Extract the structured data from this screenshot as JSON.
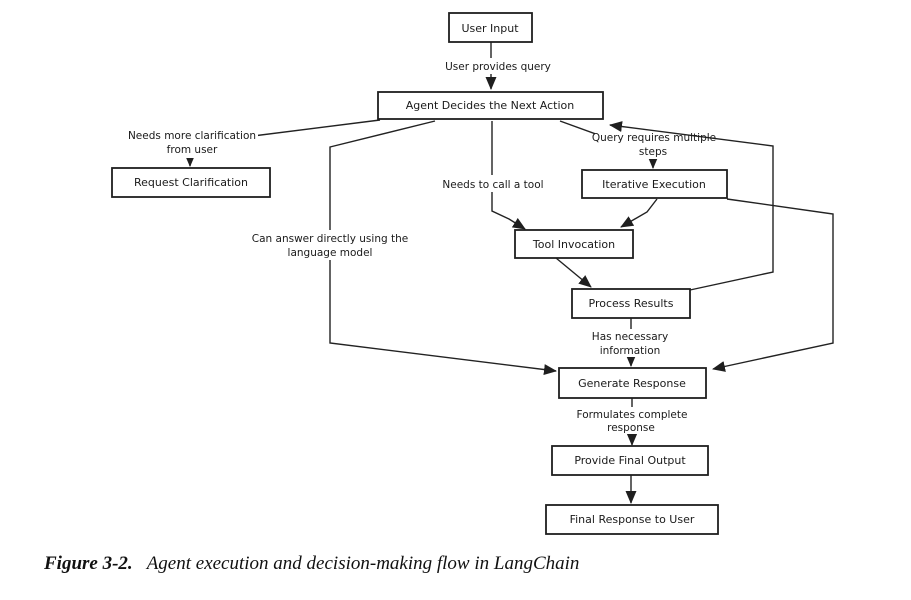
{
  "figure": {
    "caption_label": "Figure 3-2.",
    "caption_text": "Agent execution and decision-making flow in LangChain"
  },
  "colors": {
    "ink": "#1f1f1f",
    "background": "#ffffff"
  },
  "diagram": {
    "type": "flowchart",
    "nodes": {
      "user_input": {
        "label": "User Input"
      },
      "agent_decides": {
        "label": "Agent Decides the Next Action"
      },
      "request_clarification": {
        "label": "Request Clarification"
      },
      "iterative_execution": {
        "label": "Iterative Execution"
      },
      "tool_invocation": {
        "label": "Tool Invocation"
      },
      "process_results": {
        "label": "Process Results"
      },
      "generate_response": {
        "label": "Generate Response"
      },
      "provide_final_output": {
        "label": "Provide Final Output"
      },
      "final_response": {
        "label": "Final Response to User"
      }
    },
    "edges": {
      "user_input_to_agent": {
        "from": "user_input",
        "to": "agent_decides",
        "label_lines": [
          "User provides query"
        ]
      },
      "agent_to_clarification": {
        "from": "agent_decides",
        "to": "request_clarification",
        "label_lines": [
          "Needs more clarification",
          "from user"
        ]
      },
      "agent_to_tool": {
        "from": "agent_decides",
        "to": "tool_invocation",
        "label_lines": [
          "Needs to call a tool"
        ]
      },
      "agent_to_iterative": {
        "from": "agent_decides",
        "to": "iterative_execution",
        "label_lines": [
          "Query requires multiple",
          "steps"
        ]
      },
      "agent_to_generate": {
        "from": "agent_decides",
        "to": "generate_response",
        "label_lines": [
          "Can answer directly using the",
          "language model"
        ]
      },
      "iterative_to_tool": {
        "from": "iterative_execution",
        "to": "tool_invocation",
        "label_lines": []
      },
      "tool_to_process": {
        "from": "tool_invocation",
        "to": "process_results",
        "label_lines": []
      },
      "process_to_generate": {
        "from": "process_results",
        "to": "generate_response",
        "label_lines": [
          "Has necessary",
          "information"
        ]
      },
      "process_to_agent": {
        "from": "process_results",
        "to": "agent_decides",
        "label_lines": []
      },
      "iterative_to_generate": {
        "from": "iterative_execution",
        "to": "generate_response",
        "label_lines": []
      },
      "generate_to_output": {
        "from": "generate_response",
        "to": "provide_final_output",
        "label_lines": [
          "Formulates complete",
          "response"
        ]
      },
      "output_to_final": {
        "from": "provide_final_output",
        "to": "final_response",
        "label_lines": []
      }
    }
  }
}
